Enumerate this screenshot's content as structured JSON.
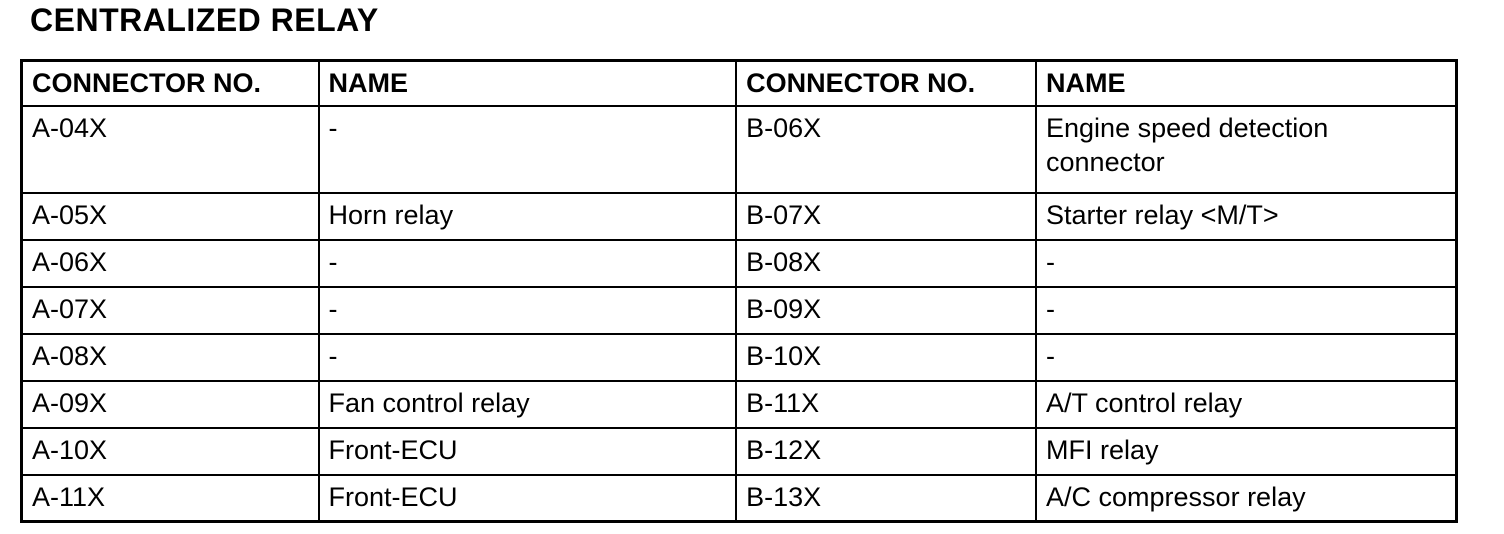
{
  "page": {
    "title": "CENTRALIZED RELAY"
  },
  "colors": {
    "text": "#000000",
    "border": "#000000",
    "background": "#ffffff"
  },
  "table": {
    "headers": [
      "CONNECTOR NO.",
      "NAME",
      "CONNECTOR NO.",
      "NAME"
    ],
    "rows": [
      [
        "A-04X",
        "-",
        "B-06X",
        "Engine speed detection connector"
      ],
      [
        "A-05X",
        "Horn relay",
        "B-07X",
        "Starter relay <M/T>"
      ],
      [
        "A-06X",
        "-",
        "B-08X",
        "-"
      ],
      [
        "A-07X",
        "-",
        "B-09X",
        "-"
      ],
      [
        "A-08X",
        "-",
        "B-10X",
        "-"
      ],
      [
        "A-09X",
        "Fan control relay",
        "B-11X",
        "A/T control relay"
      ],
      [
        "A-10X",
        "Front-ECU",
        "B-12X",
        "MFI relay"
      ],
      [
        "A-11X",
        "Front-ECU",
        "B-13X",
        "A/C compressor relay"
      ]
    ]
  }
}
